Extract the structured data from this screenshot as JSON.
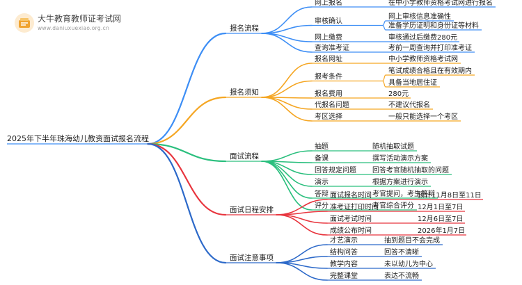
{
  "brand": {
    "name": "大牛教育教师证考试网",
    "url": "www.daniuxuexiao.org.cn"
  },
  "root": "2025年下半年珠海幼儿教资面试报名流程",
  "colors": {
    "blue": "#3d8ef5",
    "orange": "#f5a623",
    "green": "#2bbf7e",
    "red": "#e8353e",
    "navy": "#2c69c9"
  },
  "branches": [
    {
      "label": "报名流程",
      "color": "blue",
      "children": [
        {
          "label": "网上报名",
          "leaves": [
            "在中小学教师资格考试网进行报名"
          ]
        },
        {
          "label": "审核确认",
          "leaves": [
            "网上审核信息准确性",
            "准备学历证明和身份证等材料"
          ]
        },
        {
          "label": "网上缴费",
          "leaves": [
            "审核通过后缴费280元"
          ]
        },
        {
          "label": "查询准考证",
          "leaves": [
            "考前一周查询并打印准考证"
          ]
        }
      ]
    },
    {
      "label": "报名须知",
      "color": "orange",
      "children": [
        {
          "label": "报名网址",
          "leaves": [
            "中小学教师资格考试网"
          ]
        },
        {
          "label": "报考条件",
          "leaves": [
            "笔试成绩合格且在有效期内",
            "具备当地居住证"
          ]
        },
        {
          "label": "报名费用",
          "leaves": [
            "280元"
          ]
        },
        {
          "label": "代报名问题",
          "leaves": [
            "不建议代报名"
          ]
        },
        {
          "label": "考区选择",
          "leaves": [
            "一般只能选择一个考区"
          ]
        }
      ]
    },
    {
      "label": "面试流程",
      "color": "green",
      "children": [
        {
          "label": "抽题",
          "leaves": [
            "随机抽取试题"
          ]
        },
        {
          "label": "备课",
          "leaves": [
            "撰写活动演示方案"
          ]
        },
        {
          "label": "回答规定问题",
          "leaves": [
            "回答考官随机抽取的问题"
          ]
        },
        {
          "label": "演示",
          "leaves": [
            "根据方案进行演示"
          ]
        },
        {
          "label": "答辩",
          "leaves": [
            "考官提问，考生答辩"
          ]
        },
        {
          "label": "评分",
          "leaves": [
            "考官综合评分"
          ]
        }
      ]
    },
    {
      "label": "面试日程安排",
      "color": "red",
      "children": [
        {
          "label": "面试报名时间",
          "leaves": [
            "预计11月8日至11日"
          ]
        },
        {
          "label": "准考证打印时间",
          "leaves": [
            "12月1日至7日"
          ]
        },
        {
          "label": "面试考试时间",
          "leaves": [
            "12月6日至7日"
          ]
        },
        {
          "label": "成绩公布时间",
          "leaves": [
            "2026年1月7日"
          ]
        }
      ]
    },
    {
      "label": "面试注意事项",
      "color": "navy",
      "children": [
        {
          "label": "才艺演示",
          "leaves": [
            "抽到题目不会完成"
          ]
        },
        {
          "label": "结构问答",
          "leaves": [
            "回答不清晰"
          ]
        },
        {
          "label": "教学内容",
          "leaves": [
            "未以幼儿为中心"
          ]
        },
        {
          "label": "完整课堂",
          "leaves": [
            "表达不流畅"
          ]
        }
      ]
    }
  ]
}
